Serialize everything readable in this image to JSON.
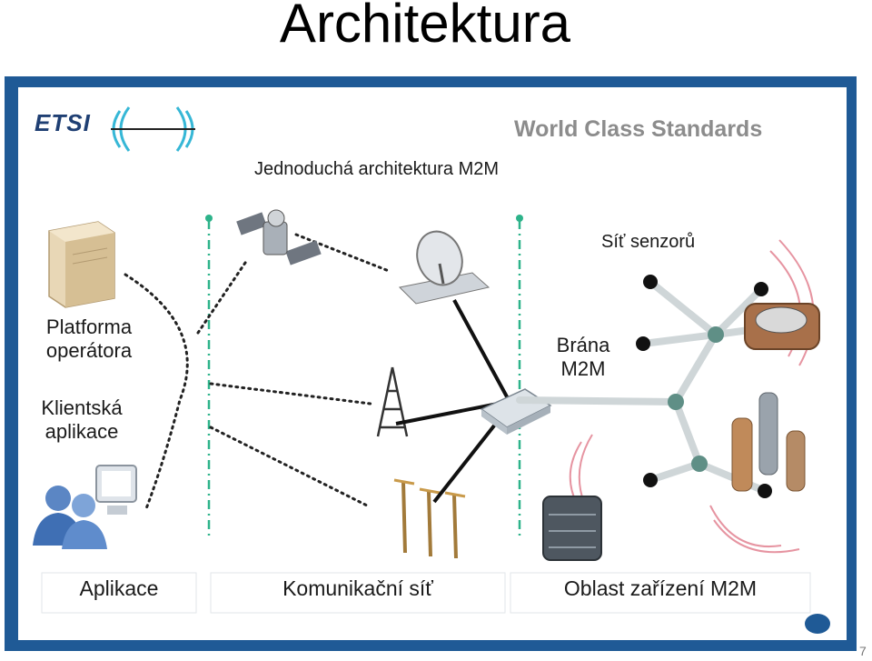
{
  "slide": {
    "title": "Architektura",
    "page_number": "7"
  },
  "banner": {
    "logo_text": "ETSI",
    "tagline": "World Class Standards"
  },
  "diagram": {
    "subtitle": "Jednoduchá architektura M2M",
    "labels": {
      "sensor_network": "Síť senzorů",
      "operator_platform": [
        "Platforma",
        "operátora"
      ],
      "client_app": [
        "Klientská",
        "aplikace"
      ],
      "gateway": [
        "Brána",
        "M2M"
      ]
    },
    "domains": {
      "application": "Aplikace",
      "network": "Komunikační síť",
      "device": "Oblast zařízení M2M"
    }
  },
  "colors": {
    "frame": "#1f5a96",
    "divider": "#2db38a",
    "node": "#111111",
    "hub": "#5f8f86",
    "link": "#cfd6d8",
    "signal": "#e07a8a"
  }
}
